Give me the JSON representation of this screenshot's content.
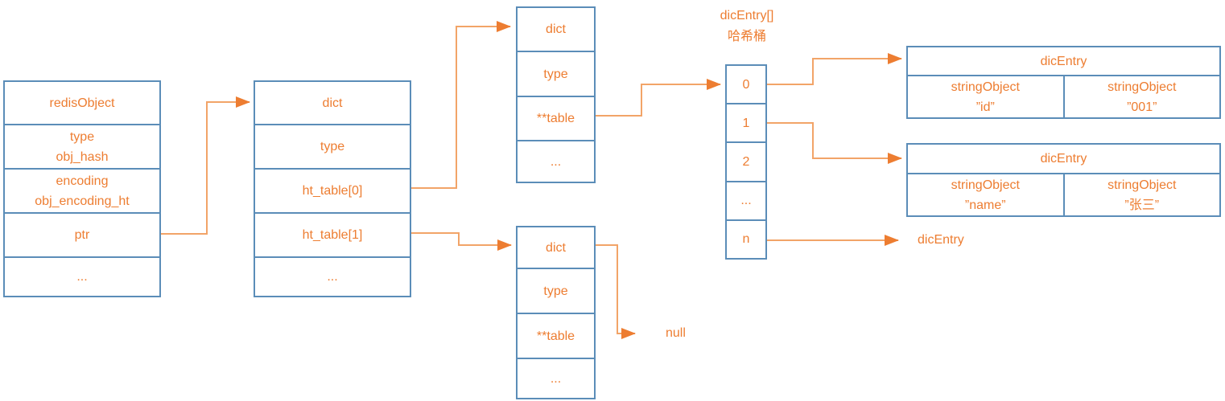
{
  "colors": {
    "text_orange": "#ED7D31",
    "connector_orange": "#F2A468",
    "border_blue": "#5B8DB8",
    "background": "#FFFFFF"
  },
  "diagram": {
    "redis_object": {
      "header": "redisObject",
      "row_type": "type\nobj_hash",
      "row_encoding": "encoding\nobj_encoding_ht",
      "row_ptr": "ptr",
      "row_more": "..."
    },
    "dict_main": {
      "header": "dict",
      "row_type": "type",
      "row_ht0": "ht_table[0]",
      "row_ht1": "ht_table[1]",
      "row_more": "..."
    },
    "dict_ht0": {
      "header": "dict",
      "row_type": "type",
      "row_table": "**table",
      "row_more": "..."
    },
    "dict_ht1": {
      "header": "dict",
      "row_type": "type",
      "row_table": "**table",
      "row_more": "..."
    },
    "bucket": {
      "label": "dicEntry[]\n哈希桶",
      "cells": [
        "0",
        "1",
        "2",
        "...",
        "n"
      ]
    },
    "entry_id": {
      "header": "dicEntry",
      "key": "stringObject\n”id”",
      "value": "stringObject\n”001”"
    },
    "entry_name": {
      "header": "dicEntry",
      "key": "stringObject\n”name”",
      "value": "stringObject\n”张三”"
    },
    "null_label": "null",
    "dicentry_label": "dicEntry"
  }
}
